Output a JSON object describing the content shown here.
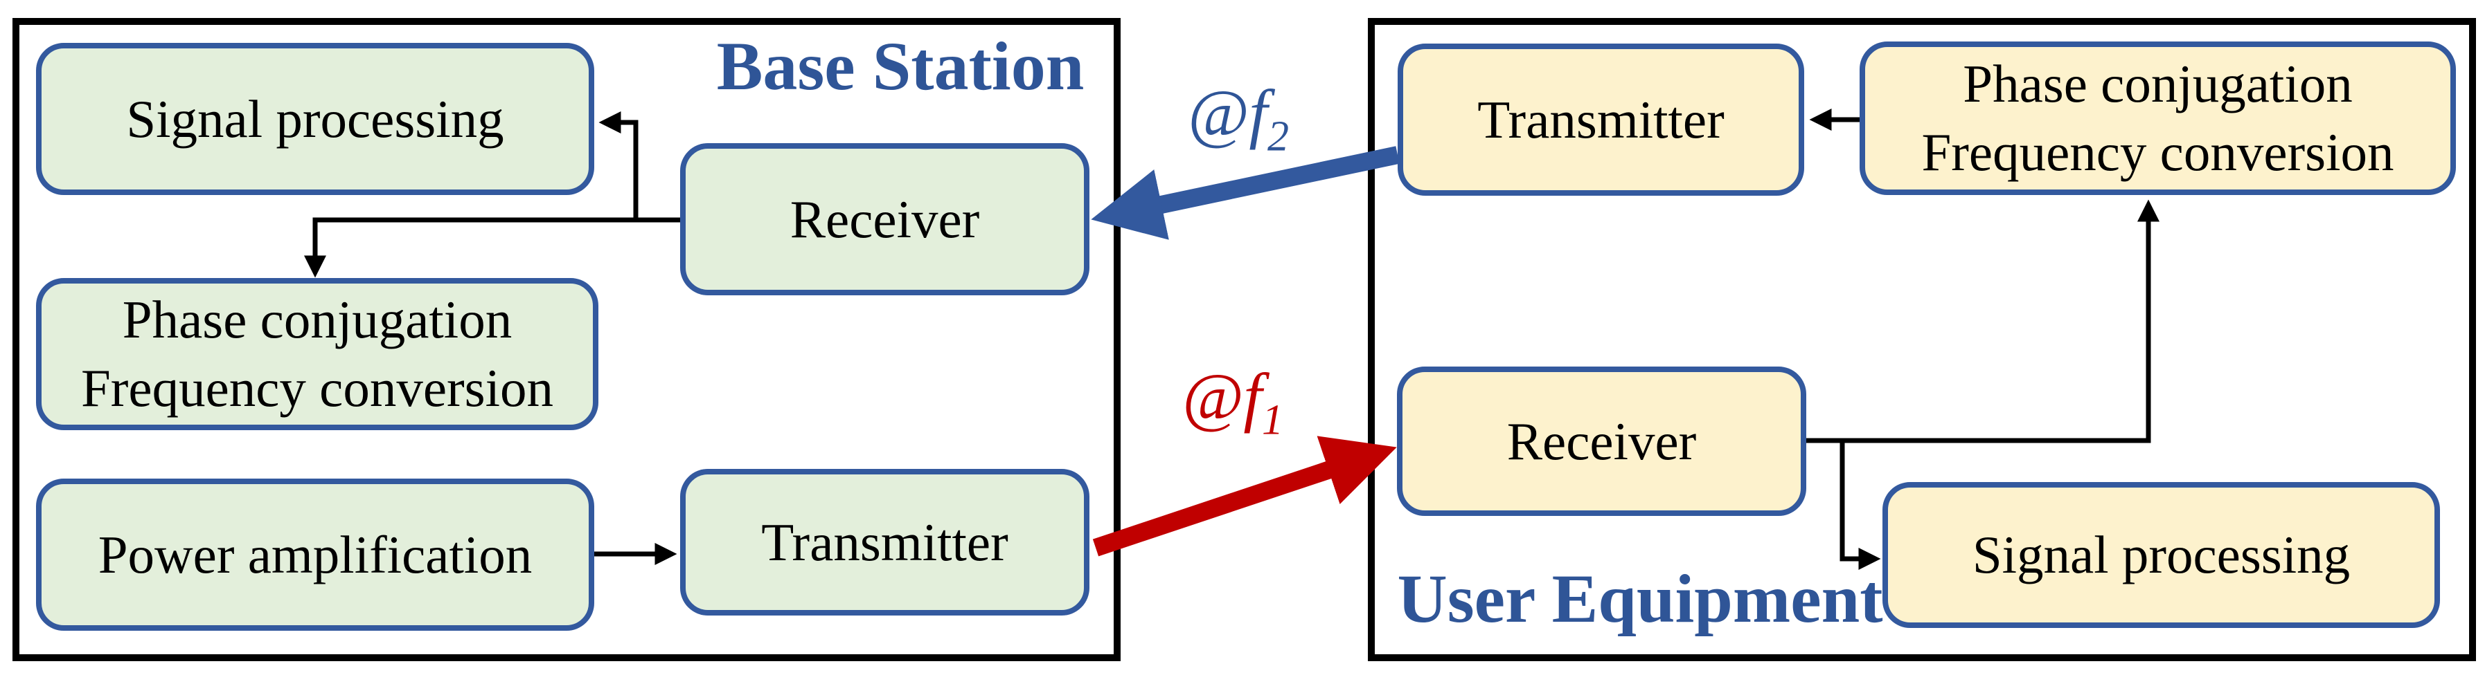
{
  "colors": {
    "bs_block_fill": "#e3efdb",
    "ue_block_fill": "#fdf2cd",
    "block_border_blue": "#33599e",
    "heading_blue": "#2f5597",
    "arrow_blue": "#33599e",
    "arrow_red": "#c00000",
    "wire_black": "#000000",
    "outer_border_black": "#000000"
  },
  "base_station": {
    "title": "Base Station",
    "blocks": {
      "signal_processing": {
        "label": "Signal processing"
      },
      "receiver": {
        "label": "Receiver"
      },
      "phase_conjugation": {
        "line1": "Phase conjugation",
        "line2": "Frequency conversion"
      },
      "power_amplification": {
        "label": "Power amplification"
      },
      "transmitter": {
        "label": "Transmitter"
      }
    }
  },
  "user_equipment": {
    "title": "User Equipment",
    "blocks": {
      "transmitter": {
        "label": "Transmitter"
      },
      "phase_conjugation": {
        "line1": "Phase conjugation",
        "line2": "Frequency conversion"
      },
      "receiver": {
        "label": "Receiver"
      },
      "signal_processing": {
        "label": "Signal processing"
      }
    }
  },
  "wireless_links": {
    "uplink": {
      "label": "@f",
      "subscript": "2",
      "color": "#33599e",
      "from": "User Equipment Transmitter",
      "to": "Base Station Receiver"
    },
    "downlink": {
      "label": "@f",
      "subscript": "1",
      "color": "#c00000",
      "from": "Base Station Transmitter",
      "to": "User Equipment Receiver"
    }
  }
}
